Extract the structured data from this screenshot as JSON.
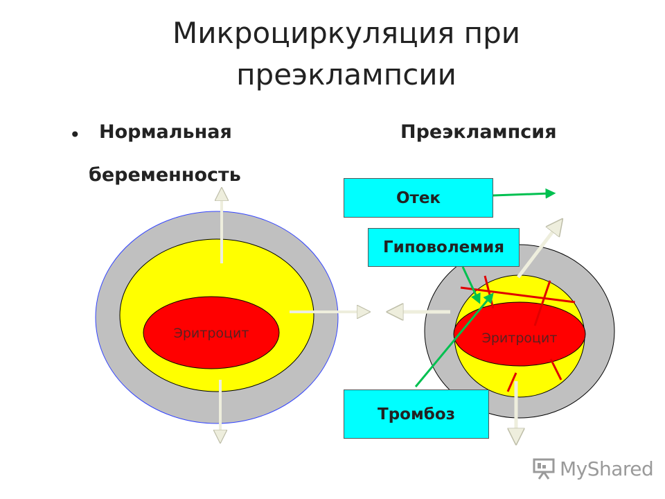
{
  "title": "Микроциркуляция при преэклампсии",
  "labels": {
    "bullet": "•",
    "normal_line1": "Нормальная",
    "normal_line2": "беременность",
    "preeclampsia": "Преэклампсия"
  },
  "cells": {
    "left": "Эритроцит",
    "right": "Эритроцит"
  },
  "boxes": {
    "edema": "Отек",
    "hypovolemia": "Гиповолемия",
    "thrombosis": "Тромбоз"
  },
  "logo": {
    "text": "MyShared"
  },
  "colors": {
    "outer_ring": "#c0c0c0",
    "plasma": "#ffff00",
    "erythrocyte": "#ff0000",
    "box_fill": "#00ffff",
    "arrow_green": "#00c050",
    "arrow_beige": "#eeeedd",
    "crack_red": "#e00000",
    "outline_blue": "#3344ff"
  }
}
